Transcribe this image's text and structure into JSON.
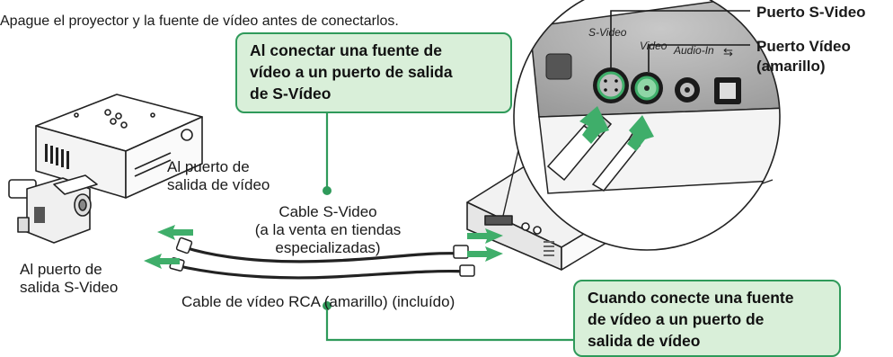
{
  "instruction": "Apague el proyector y la fuente de vídeo antes de conectarlos.",
  "ports": {
    "s_video_label": "Puerto S-Video",
    "video_label_line1": "Puerto Vídeo",
    "video_label_line2": "(amarillo)",
    "panel_labels": [
      "S-Video",
      "Video",
      "Audio-In",
      "⇆"
    ]
  },
  "callouts": {
    "s_video": "Al conectar una fuente de\nvídeo a un puerto de salida\nde S-Vídeo",
    "video": "Cuando conecte una fuente\nde vídeo a un puerto de\nsalida de vídeo"
  },
  "labels": {
    "video_out": "Al puerto de\nsalida de vídeo",
    "s_video_cable": "Cable S-Video\n(a la venta en tiendas\nespecializadas)",
    "s_video_out": "Al puerto de\nsalida S-Video",
    "rca_cable": "Cable de vídeo RCA (amarillo) (incluído)"
  },
  "colors": {
    "accent_green": "#2f9a5a",
    "callout_fill": "#d9efd9",
    "arrow_green": "#3fae6a"
  }
}
